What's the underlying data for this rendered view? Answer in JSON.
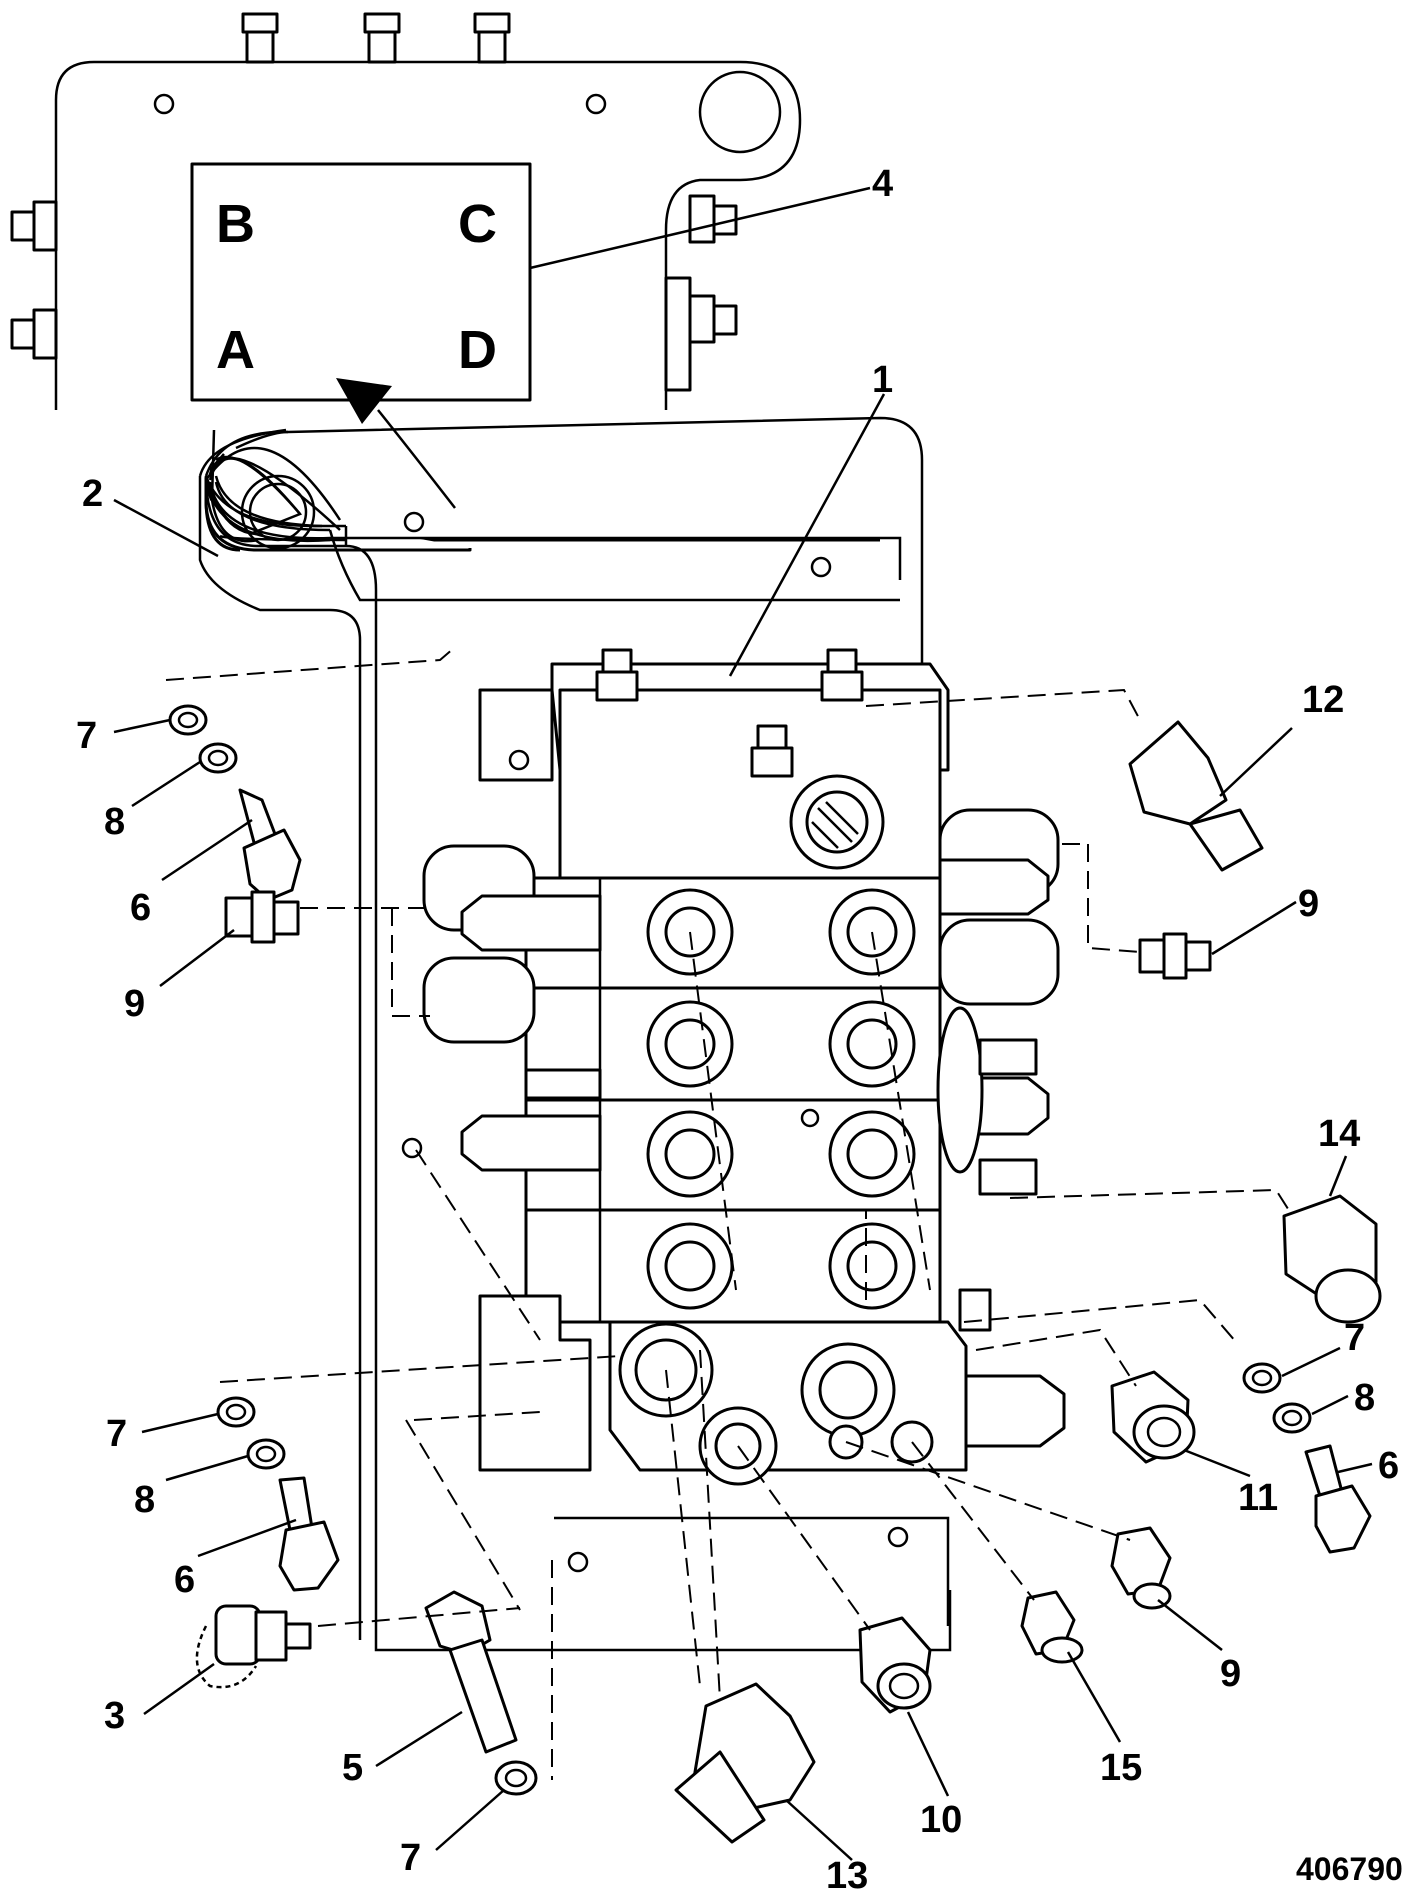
{
  "diagram": {
    "reference_number": "406790",
    "port_labels": {
      "b": "B",
      "c": "C",
      "a": "A",
      "d": "D"
    },
    "callouts": [
      {
        "id": "c1",
        "text": "1"
      },
      {
        "id": "c2",
        "text": "2"
      },
      {
        "id": "c3",
        "text": "3"
      },
      {
        "id": "c4",
        "text": "4"
      },
      {
        "id": "c5",
        "text": "5"
      },
      {
        "id": "c6a",
        "text": "6"
      },
      {
        "id": "c6b",
        "text": "6"
      },
      {
        "id": "c6c",
        "text": "6"
      },
      {
        "id": "c7a",
        "text": "7"
      },
      {
        "id": "c7b",
        "text": "7"
      },
      {
        "id": "c7c",
        "text": "7"
      },
      {
        "id": "c7d",
        "text": "7"
      },
      {
        "id": "c8a",
        "text": "8"
      },
      {
        "id": "c8b",
        "text": "8"
      },
      {
        "id": "c8c",
        "text": "8"
      },
      {
        "id": "c9a",
        "text": "9"
      },
      {
        "id": "c9b",
        "text": "9"
      },
      {
        "id": "c9c",
        "text": "9"
      },
      {
        "id": "c10",
        "text": "10"
      },
      {
        "id": "c11",
        "text": "11"
      },
      {
        "id": "c12",
        "text": "12"
      },
      {
        "id": "c13",
        "text": "13"
      },
      {
        "id": "c14",
        "text": "14"
      },
      {
        "id": "c15",
        "text": "15"
      }
    ]
  }
}
